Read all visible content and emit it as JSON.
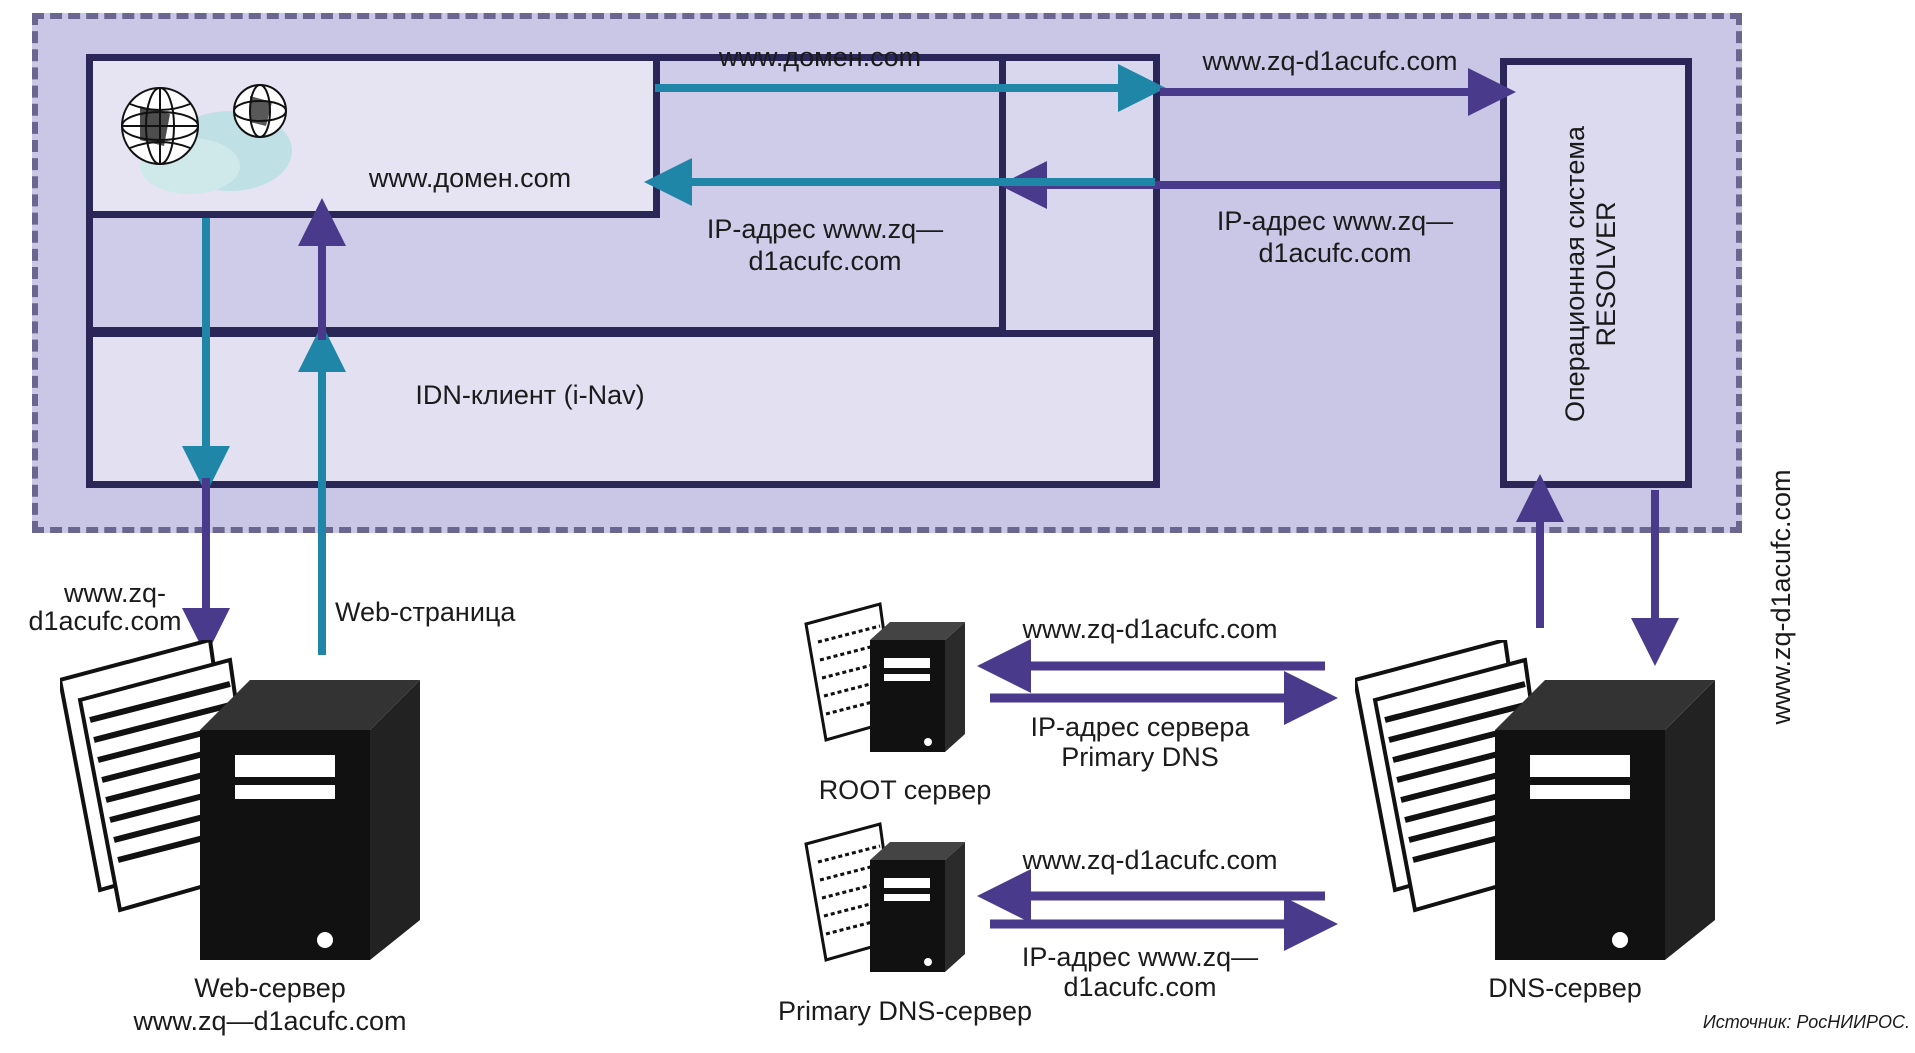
{
  "labels": {
    "browser_domain": "www.домен.com",
    "top_arrow_domain": "www.домен.com",
    "top_arrow_puny": "www.zq-d1acufc.com",
    "ip_left_line1": "IP-адрес www.zq—",
    "ip_left_line2": "d1acufc.com",
    "ip_right_line1": "IP-адрес www.zq—",
    "ip_right_line2": "d1acufc.com",
    "idn_client": "IDN-клиент (i-Nav)",
    "os_line1": "Операционная система",
    "os_line2": "RESOLVER",
    "left_request_line1": "www.zq-",
    "left_request_line2": "d1acufc.com",
    "web_page": "Web-страница",
    "web_server_line1": "Web-сервер",
    "web_server_line2": "www.zq—d1acufc.com",
    "root_request": "www.zq-d1acufc.com",
    "root_reply_line1": "IP-адрес сервера",
    "root_reply_line2": "Primary DNS",
    "root_server": "ROOT сервер",
    "primary_request": "www.zq-d1acufc.com",
    "primary_reply_line1": "IP-адрес www.zq—",
    "primary_reply_line2": "d1acufc.com",
    "primary_server": "Primary DNS-сервер",
    "dns_server": "DNS-сервер",
    "side_vertical": "www.zq-d1acufc.com",
    "source": "Источник: РосНИИРОС."
  },
  "colors": {
    "outer_fill": "#c9c6e6",
    "panel_fill": "#d9d7ee",
    "box_fill": "#e2e0f1",
    "border": "#2a2758",
    "arrow_purple": "#4a3a8c",
    "arrow_teal": "#1f86a8",
    "server_black": "#111111"
  },
  "icons": [
    "globe-icon",
    "server-icon",
    "document-stack-icon"
  ]
}
